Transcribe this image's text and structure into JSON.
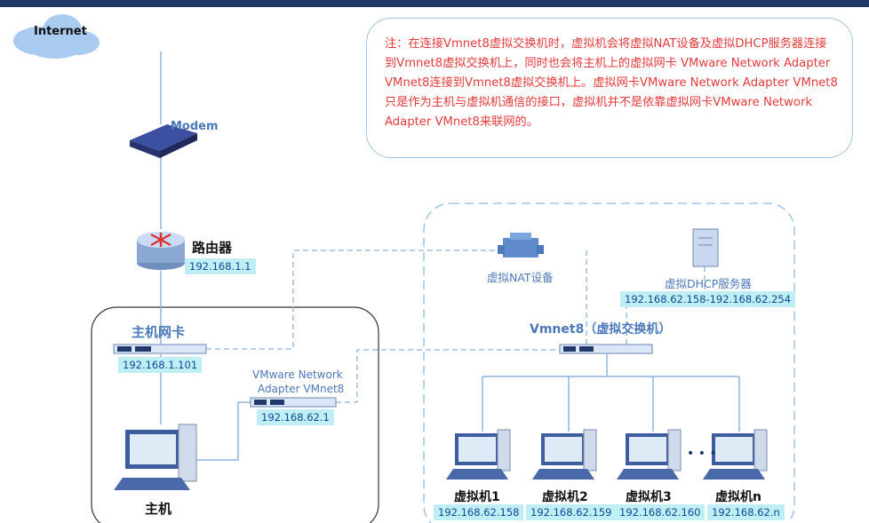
{
  "note": "注：在连接Vmnet8虚拟交换机时，虚拟机会将虚拟NAT设备及虚拟DHCP服务器连接到Vmnet8虚拟交换机上，同时也会将主机上的虚拟网卡 VMware Network Adapter VMnet8连接到Vmnet8虚拟交换机上。虚拟网卡VMware Network Adapter VMnet8只是作为主机与虚拟机通信的接口，虚拟机并不是依靠虚拟网卡VMware Network Adapter VMnet8来联网的。",
  "internet": "Internet",
  "modem": "Modem",
  "router": {
    "label": "路由器",
    "ip": "192.168.1.1"
  },
  "host_nic": {
    "label": "主机网卡",
    "ip": "192.168.1.101"
  },
  "vmnet8_adapter": {
    "label_line1": "VMware Network",
    "label_line2": "Adapter VMnet8",
    "ip": "192.168.62.1"
  },
  "host": {
    "label": "主机"
  },
  "nat": {
    "label": "虚拟NAT设备"
  },
  "dhcp": {
    "label": "虚拟DHCP服务器",
    "range": "192.168.62.158-192.168.62.254"
  },
  "switch": {
    "label": "Vmnet8（虚拟交换机）"
  },
  "ellipsis": "• • •",
  "vms": [
    {
      "label": "虚拟机1",
      "ip": "192.168.62.158"
    },
    {
      "label": "虚拟机2",
      "ip": "192.168.62.159"
    },
    {
      "label": "虚拟机3",
      "ip": "192.168.62.160"
    },
    {
      "label": "虚拟机n",
      "ip": "192.168.62.n"
    }
  ],
  "colors": {
    "topbar": "#1f3864",
    "note_text": "#e23b3b",
    "ip_bg": "#bfeef5",
    "link": "#8fb3de"
  }
}
